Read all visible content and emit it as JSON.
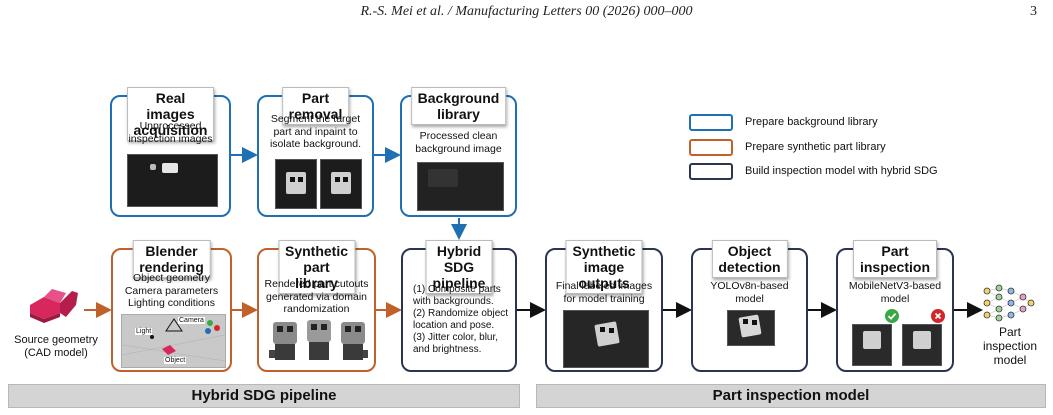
{
  "header": {
    "citation": "R.-S. Mei et al. / Manufacturing Letters 00 (2026) 000–000",
    "page_number": "3"
  },
  "legend": [
    {
      "label": "Prepare background library",
      "color": "#1f6fb2"
    },
    {
      "label": "Prepare synthetic part library",
      "color": "#c0602a"
    },
    {
      "label": "Build inspection model with hybrid SDG",
      "color": "#2a3550"
    }
  ],
  "top_row": {
    "real_images": {
      "title": "Real images\nacquisition",
      "desc": "Unprocessed\ninspection images"
    },
    "part_removal": {
      "title": "Part removal",
      "desc": "Segment the target\npart and inpaint to\nisolate background."
    },
    "background_library": {
      "title": "Background\nlibrary",
      "desc": "Processed clean\nbackground image"
    }
  },
  "bottom_row": {
    "source": {
      "caption": "Source geometry\n(CAD model)"
    },
    "blender": {
      "title": "Blender\nrendering",
      "desc": "Object geometry\nCamera parameters\nLighting conditions",
      "scene_labels": {
        "light": "Light",
        "camera": "Camera",
        "object": "Object"
      }
    },
    "synthetic_part": {
      "title": "Synthetic\npart library",
      "desc": "Rendered part cutouts\ngenerated via domain\nrandomization"
    },
    "hybrid_sdg": {
      "title": "Hybrid SDG\npipeline",
      "desc": "(1) Composite parts\nwith backgrounds.\n(2) Randomize object\nlocation and pose.\n(3) Jitter color, blur,\nand brightness."
    },
    "synthetic_outputs": {
      "title": "Synthetic\nimage outputs",
      "desc": "Final labeled images\nfor model training"
    },
    "object_detection": {
      "title": "Object\ndetection",
      "desc": "YOLOv8n-based\nmodel"
    },
    "part_inspection": {
      "title": "Part\ninspection",
      "desc": "MobileNetV3-based\nmodel"
    },
    "output": {
      "caption": "Part\ninspection\nmodel"
    }
  },
  "footer": {
    "left": "Hybrid SDG pipeline",
    "right": "Part inspection model"
  },
  "icons": [
    "cad-model-icon",
    "neural-network-icon",
    "check-icon",
    "cross-icon"
  ],
  "colors": {
    "blue": "#1f6fb2",
    "orange": "#c0602a",
    "navy": "#2a3550",
    "red_part": "#d8275c",
    "check": "#3aa845",
    "cross": "#d4252b"
  }
}
